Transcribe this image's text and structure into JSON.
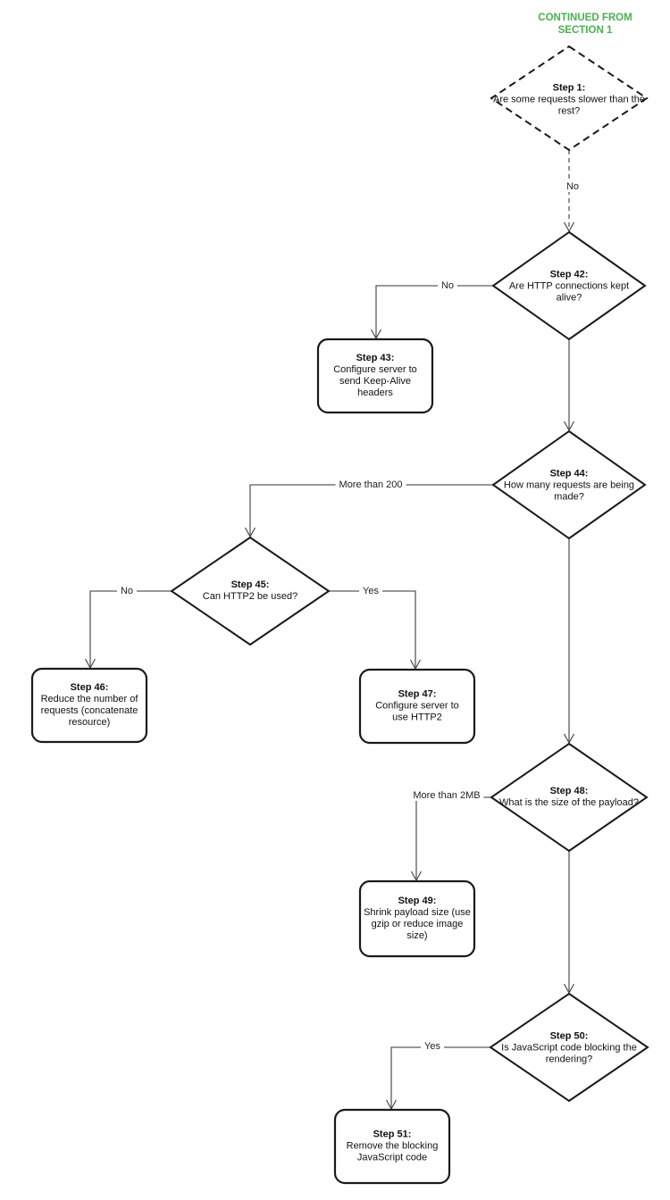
{
  "header": {
    "label": "CONTINUED FROM SECTION 1",
    "color": "#4caf50"
  },
  "diagram": {
    "nodes": {
      "step1": {
        "title": "Step 1:",
        "text": "Are some requests slower than the rest?"
      },
      "step42": {
        "title": "Step 42:",
        "text": "Are HTTP connections kept alive?"
      },
      "step43": {
        "title": "Step 43:",
        "text": "Configure server to send Keep-Alive headers"
      },
      "step44": {
        "title": "Step 44:",
        "text": "How many requests are being made?"
      },
      "step45": {
        "title": "Step 45:",
        "text": "Can HTTP2 be used?"
      },
      "step46": {
        "title": "Step 46:",
        "text": "Reduce the number of requests (concatenate resource)"
      },
      "step47": {
        "title": "Step 47:",
        "text": "Configure server to use HTTP2"
      },
      "step48": {
        "title": "Step 48:",
        "text": "What is the size of the payload?"
      },
      "step49": {
        "title": "Step 49:",
        "text": "Shrink payload size (use gzip or reduce image size)"
      },
      "step50": {
        "title": "Step 50:",
        "text": "Is JavaScript code blocking the rendering?"
      },
      "step51": {
        "title": "Step 51:",
        "text": "Remove the blocking JavaScript code"
      }
    },
    "edge_labels": {
      "step1_to_step42": "No",
      "step42_to_step43": "No",
      "step44_to_step45": "More than 200",
      "step45_to_step46": "No",
      "step45_to_step47": "Yes",
      "step48_to_step49": "More than 2MB",
      "step50_to_step51": "Yes"
    },
    "colors": {
      "shape_border": "#1a1a1a",
      "edge_line": "#5a5a5a",
      "text": "#111111"
    }
  }
}
